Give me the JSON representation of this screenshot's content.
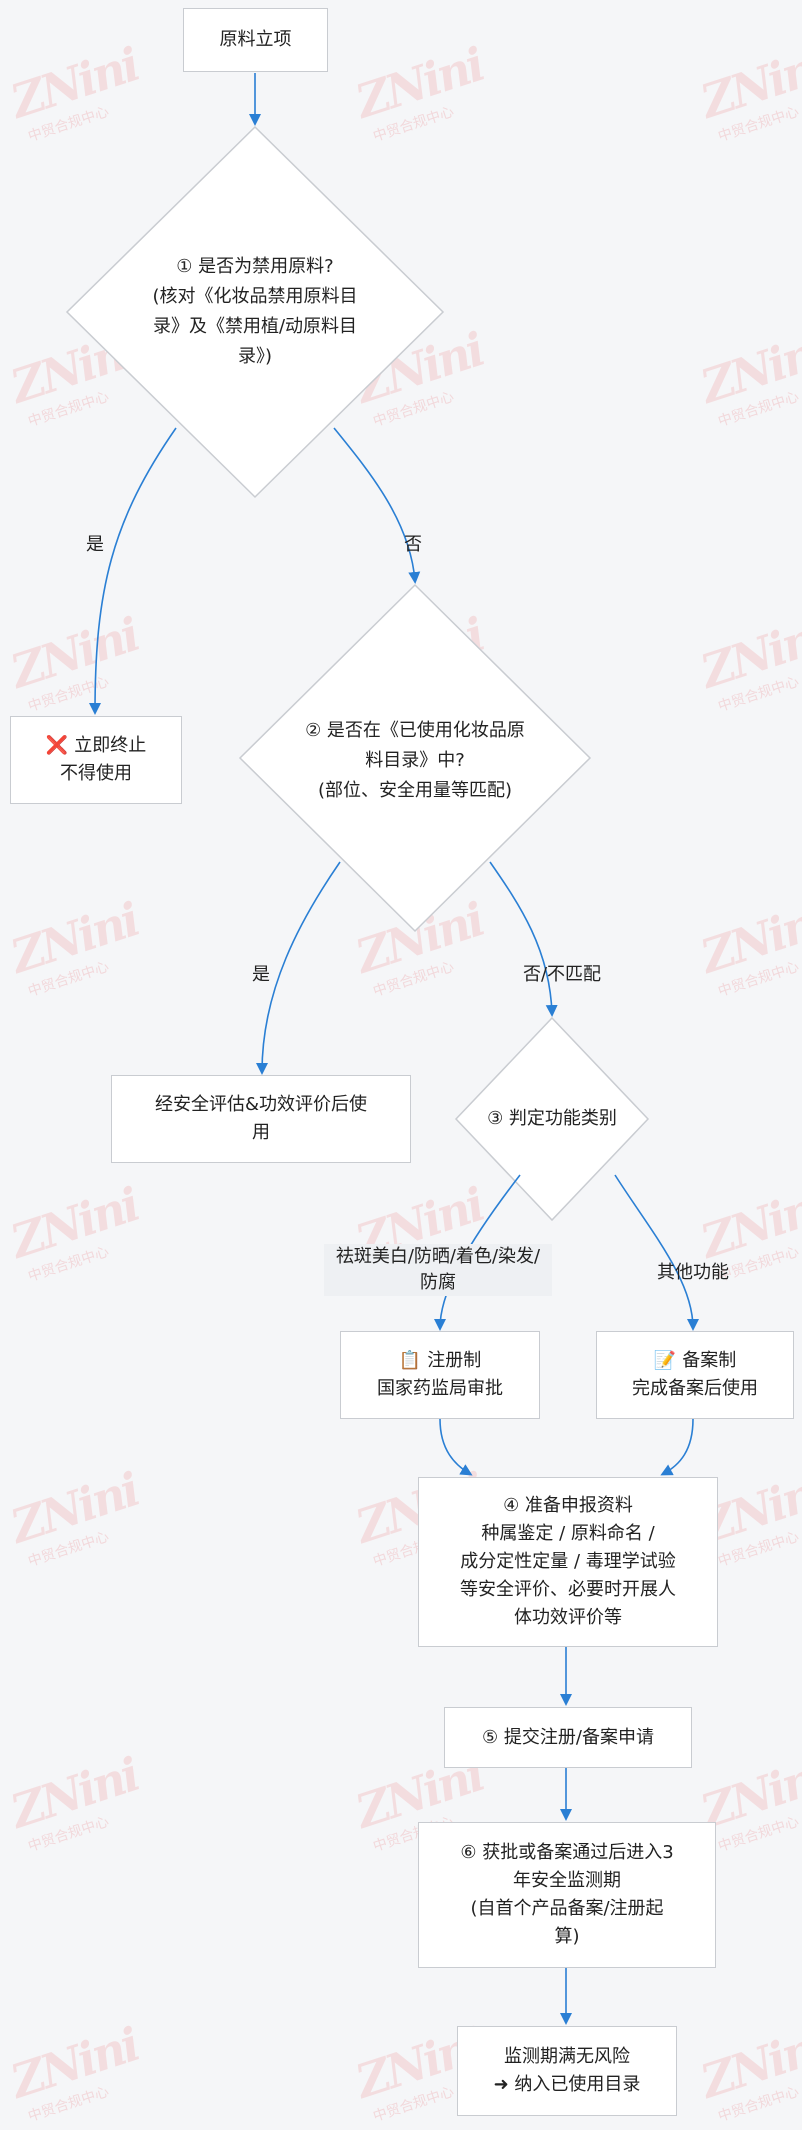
{
  "watermark": {
    "mark": "ZNini",
    "sub": "中贸合规中心"
  },
  "nodes": {
    "start": "原料立项",
    "q1_line1": "① 是否为禁用原料?",
    "q1_line2": "(核对《化妆品禁用原料目",
    "q1_line3": "录》及《禁用植/动原料目",
    "q1_line4": "录》)",
    "stop_icon": "❌",
    "stop_line1": "立即终止",
    "stop_line2": "不得使用",
    "q2_line1": "② 是否在《已使用化妆品原",
    "q2_line2": "料目录》中?",
    "q2_line3": "(部位、安全用量等匹配)",
    "safety_line1": "经安全评估&功效评价后使",
    "safety_line2": "用",
    "q3": "③ 判定功能类别",
    "register_icon": "📋",
    "register_line1": "注册制",
    "register_line2": "国家药监局审批",
    "filing_icon": "📝",
    "filing_line1": "备案制",
    "filing_line2": "完成备案后使用",
    "prep_line1": "④ 准备申报资料",
    "prep_line2": "种属鉴定 / 原料命名 /",
    "prep_line3": "成分定性定量 / 毒理学试验",
    "prep_line4": "等安全评价、必要时开展人",
    "prep_line5": "体功效评价等",
    "submit": "⑤ 提交注册/备案申请",
    "monitor_line1": "⑥ 获批或备案通过后进入3",
    "monitor_line2": "年安全监测期",
    "monitor_line3": "(自首个产品备案/注册起",
    "monitor_line4": "算)",
    "final_line1": "监测期满无风险",
    "final_line2": "➜ 纳入已使用目录"
  },
  "edges": {
    "q1_yes": "是",
    "q1_no": "否",
    "q2_yes": "是",
    "q2_no": "否/不匹配",
    "q3_special_line1": "祛斑美白/防晒/着色/染发/",
    "q3_special_line2": "防腐",
    "q3_other": "其他功能"
  },
  "colors": {
    "arrow": "#2a7fd4",
    "border": "#c9ccd1",
    "background": "#f5f6f8"
  }
}
